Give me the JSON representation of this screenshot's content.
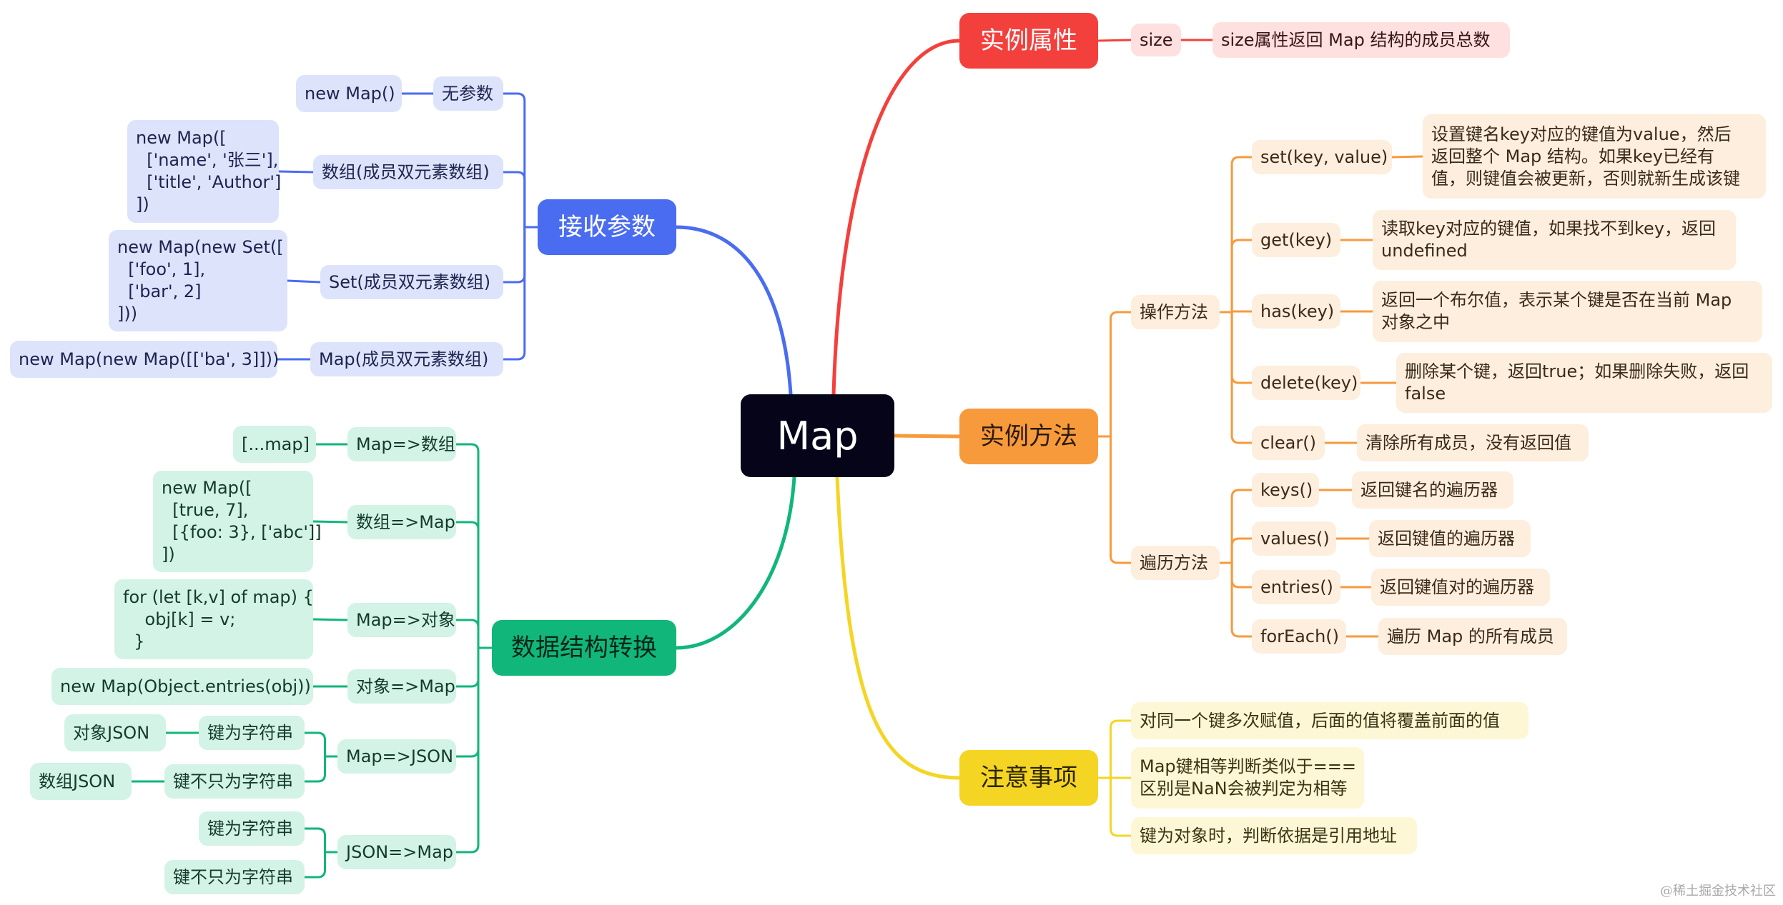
{
  "center": "Map",
  "branches": {
    "props": {
      "label": "实例属性",
      "size": "size",
      "size_desc": "size属性返回 Map 结构的成员总数"
    },
    "methods": {
      "label": "实例方法",
      "ops": "操作方法",
      "set": "set(key, value)",
      "set_desc": "设置键名key对应的键值为value，然后\n返回整个 Map 结构。如果key已经有\n值，则键值会被更新，否则就新生成该键",
      "get": "get(key)",
      "get_desc": "读取key对应的键值，如果找不到key，返回\nundefined",
      "has": "has(key)",
      "has_desc": "返回一个布尔值，表示某个键是否在当前 Map\n对象之中",
      "delete": "delete(key)",
      "delete_desc": "删除某个键，返回true；如果删除失败，返回\nfalse",
      "clear": "clear()",
      "clear_desc": "清除所有成员，没有返回值",
      "iter": "遍历方法",
      "keys": "keys()",
      "keys_desc": "返回键名的遍历器",
      "values": "values()",
      "values_desc": "返回键值的遍历器",
      "entries": "entries()",
      "entries_desc": "返回键值对的遍历器",
      "forEach": "forEach()",
      "forEach_desc": "遍历 Map 的所有成员"
    },
    "notes": {
      "label": "注意事项",
      "n1": "对同一个键多次赋值，后面的值将覆盖前面的值",
      "n2": "Map键相等判断类似于===\n区别是NaN会被判定为相等",
      "n3": "键为对象时，判断依据是引用地址"
    },
    "params": {
      "label": "接收参数",
      "none": "无参数",
      "none_ex": "new Map()",
      "arr": "数组(成员双元素数组)",
      "arr_ex": "new Map([\n  ['name', '张三'],\n  ['title', 'Author']\n])",
      "set": "Set(成员双元素数组)",
      "set_ex": "new Map(new Set([\n  ['foo', 1],\n  ['bar', 2]\n]))",
      "map": "Map(成员双元素数组)",
      "map_ex": "new Map(new Map([['ba', 3]]))"
    },
    "convert": {
      "label": "数据结构转换",
      "m2a": "Map=>数组",
      "m2a_ex": "[...map]",
      "a2m": "数组=>Map",
      "a2m_ex": "new Map([\n  [true, 7],\n  [{foo: 3}, ['abc']]\n])",
      "m2o": "Map=>对象",
      "m2o_ex": "for (let [k,v] of map) {\n    obj[k] = v;\n  }",
      "o2m": "对象=>Map",
      "o2m_ex": "new Map(Object.entries(obj))",
      "m2j": "Map=>JSON",
      "m2j_k1": "键为字符串",
      "m2j_k1_res": "对象JSON",
      "m2j_k2": "键不只为字符串",
      "m2j_k2_res": "数组JSON",
      "j2m": "JSON=>Map",
      "j2m_k1": "键为字符串",
      "j2m_k2": "键不只为字符串"
    }
  },
  "watermark": "@稀土掘金技术社区",
  "colors": {
    "red": "#f4403c",
    "orange": "#f79a3c",
    "yellow": "#f5d524",
    "blue": "#4a6cf0",
    "green": "#11b67a"
  }
}
